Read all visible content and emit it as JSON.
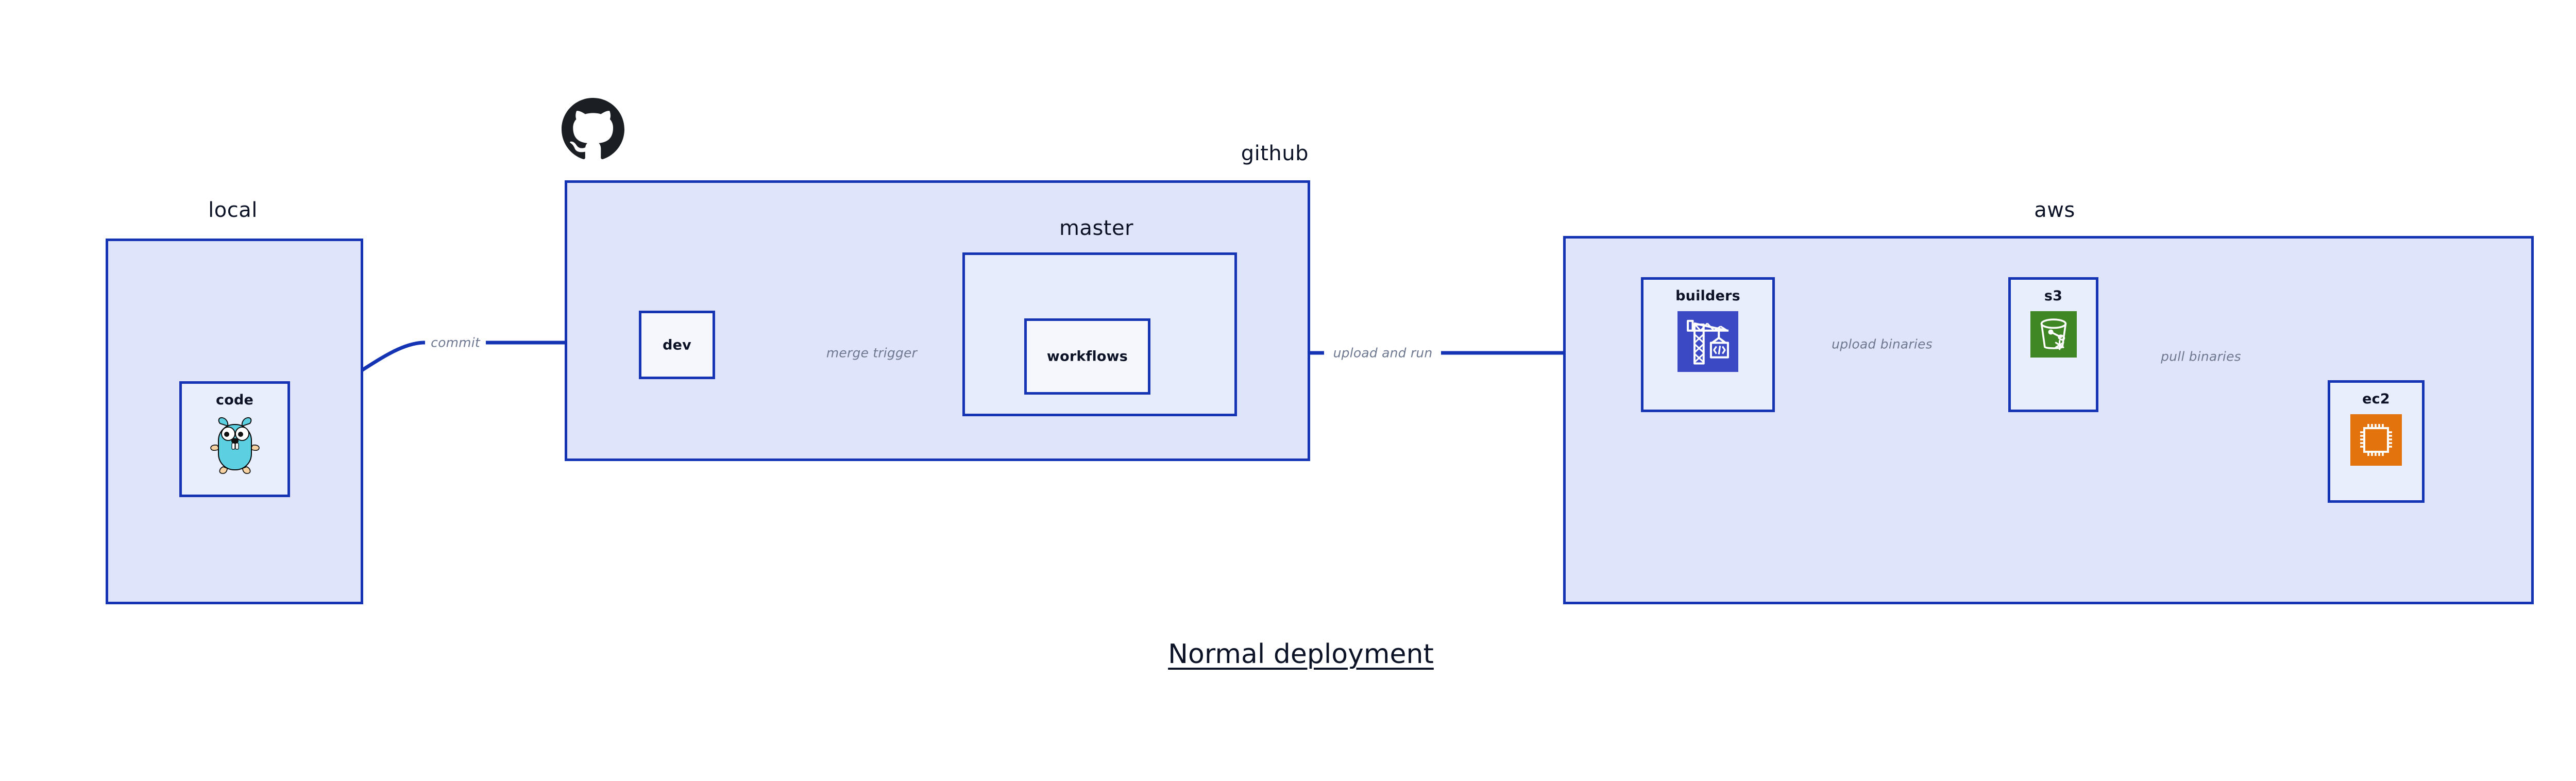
{
  "title": "Normal deployment",
  "colors": {
    "container_fill": "#dfe4fb",
    "inner_fill": "#e7ecfc",
    "node_fill": "#e9eefc",
    "border": "#1434b4",
    "edge": "#1434b4",
    "edge_label": "#6e7890",
    "text": "#0d1326",
    "builders_icon": "#3b4ac4",
    "s3_icon": "#3f8624",
    "ec2_icon": "#e3740d",
    "gopher": "#5ccfe0",
    "octocat": "#1b1f23"
  },
  "groups": [
    {
      "id": "local",
      "label": "local"
    },
    {
      "id": "github",
      "label": "github"
    },
    {
      "id": "master",
      "label": "master"
    },
    {
      "id": "aws",
      "label": "aws"
    }
  ],
  "nodes": [
    {
      "id": "code",
      "label": "code",
      "icon": "go-gopher-icon"
    },
    {
      "id": "dev",
      "label": "dev",
      "icon": "none"
    },
    {
      "id": "workflows",
      "label": "workflows",
      "icon": "none"
    },
    {
      "id": "builders",
      "label": "builders",
      "icon": "aws-codebuild-crane-icon"
    },
    {
      "id": "s3",
      "label": "s3",
      "icon": "aws-s3-bucket-icon"
    },
    {
      "id": "ec2",
      "label": "ec2",
      "icon": "aws-ec2-chip-icon"
    }
  ],
  "edges": [
    {
      "id": "commit",
      "label": "commit",
      "from": "code",
      "to": "dev"
    },
    {
      "id": "merge-trigger",
      "label": "merge trigger",
      "from": "dev",
      "to": "workflows"
    },
    {
      "id": "upload-and-run",
      "label": "upload and run",
      "from": "workflows",
      "to": "builders"
    },
    {
      "id": "upload-binaries",
      "label": "upload binaries",
      "from": "builders",
      "to": "s3"
    },
    {
      "id": "pull-binaries",
      "label": "pull binaries",
      "from": "s3",
      "to": "ec2"
    }
  ],
  "logos": [
    {
      "id": "github-octocat",
      "icon": "github-octocat-icon"
    }
  ]
}
